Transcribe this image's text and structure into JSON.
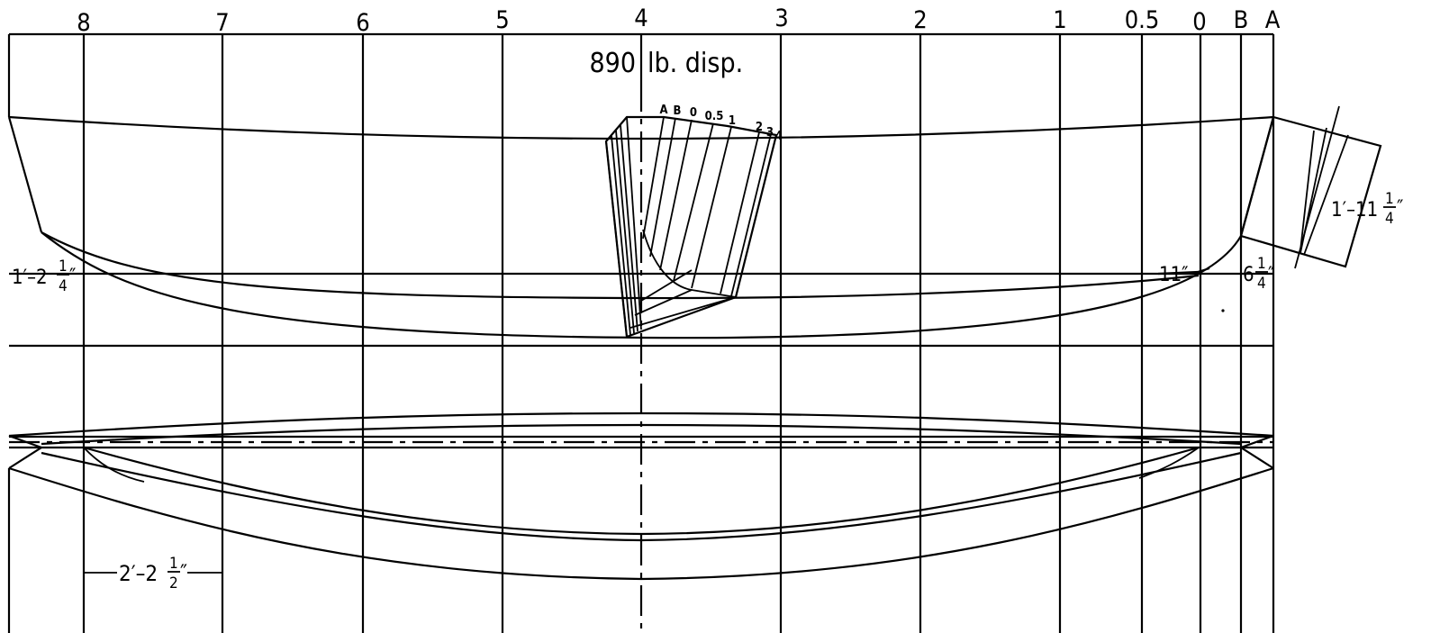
{
  "station_labels": [
    "8",
    "7",
    "6",
    "5",
    "4",
    "3",
    "2",
    "1",
    "0.5",
    "0",
    "B",
    "A"
  ],
  "body_plan_section_labels": [
    "A",
    "B",
    "0",
    "0.5",
    "1",
    "2",
    "3",
    "4"
  ],
  "displacement": {
    "value": "890",
    "unit": "lb.  disp."
  },
  "dimensions": {
    "stern_freeboard": {
      "whole": "1′–2",
      "num": "1",
      "den": "4",
      "mark": "″"
    },
    "bow_waterline": {
      "text": "11″"
    },
    "bow_depth": {
      "whole": "6",
      "num": "1",
      "den": "4",
      "mark": "″"
    },
    "transom_height": {
      "whole": "1′–11",
      "num": "1",
      "den": "4",
      "mark": "″"
    },
    "half_breadth": {
      "whole": "2′–2",
      "num": "1",
      "den": "2",
      "mark": "″"
    }
  }
}
